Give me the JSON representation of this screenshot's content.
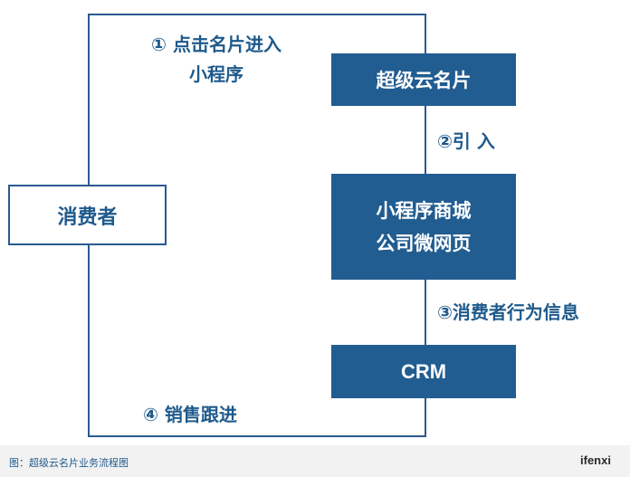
{
  "diagram": {
    "step1": {
      "line1": "① 点击名片进入",
      "line2": "小程序"
    },
    "step2": "②引 入",
    "step3": "③消费者行为信息",
    "step4": "④ 销售跟进",
    "nodes": {
      "consumer": "消费者",
      "business_card": "超级云名片",
      "mall": {
        "line1": "小程序商城",
        "line2": "公司微网页"
      },
      "crm": "CRM"
    }
  },
  "footer": {
    "caption": "图：超级云名片业务流程图",
    "brand": "ifenxi"
  },
  "colors": {
    "primary": "#215d91",
    "text_blue": "#1f5a8c",
    "footer_bg": "#f2f2f2"
  }
}
